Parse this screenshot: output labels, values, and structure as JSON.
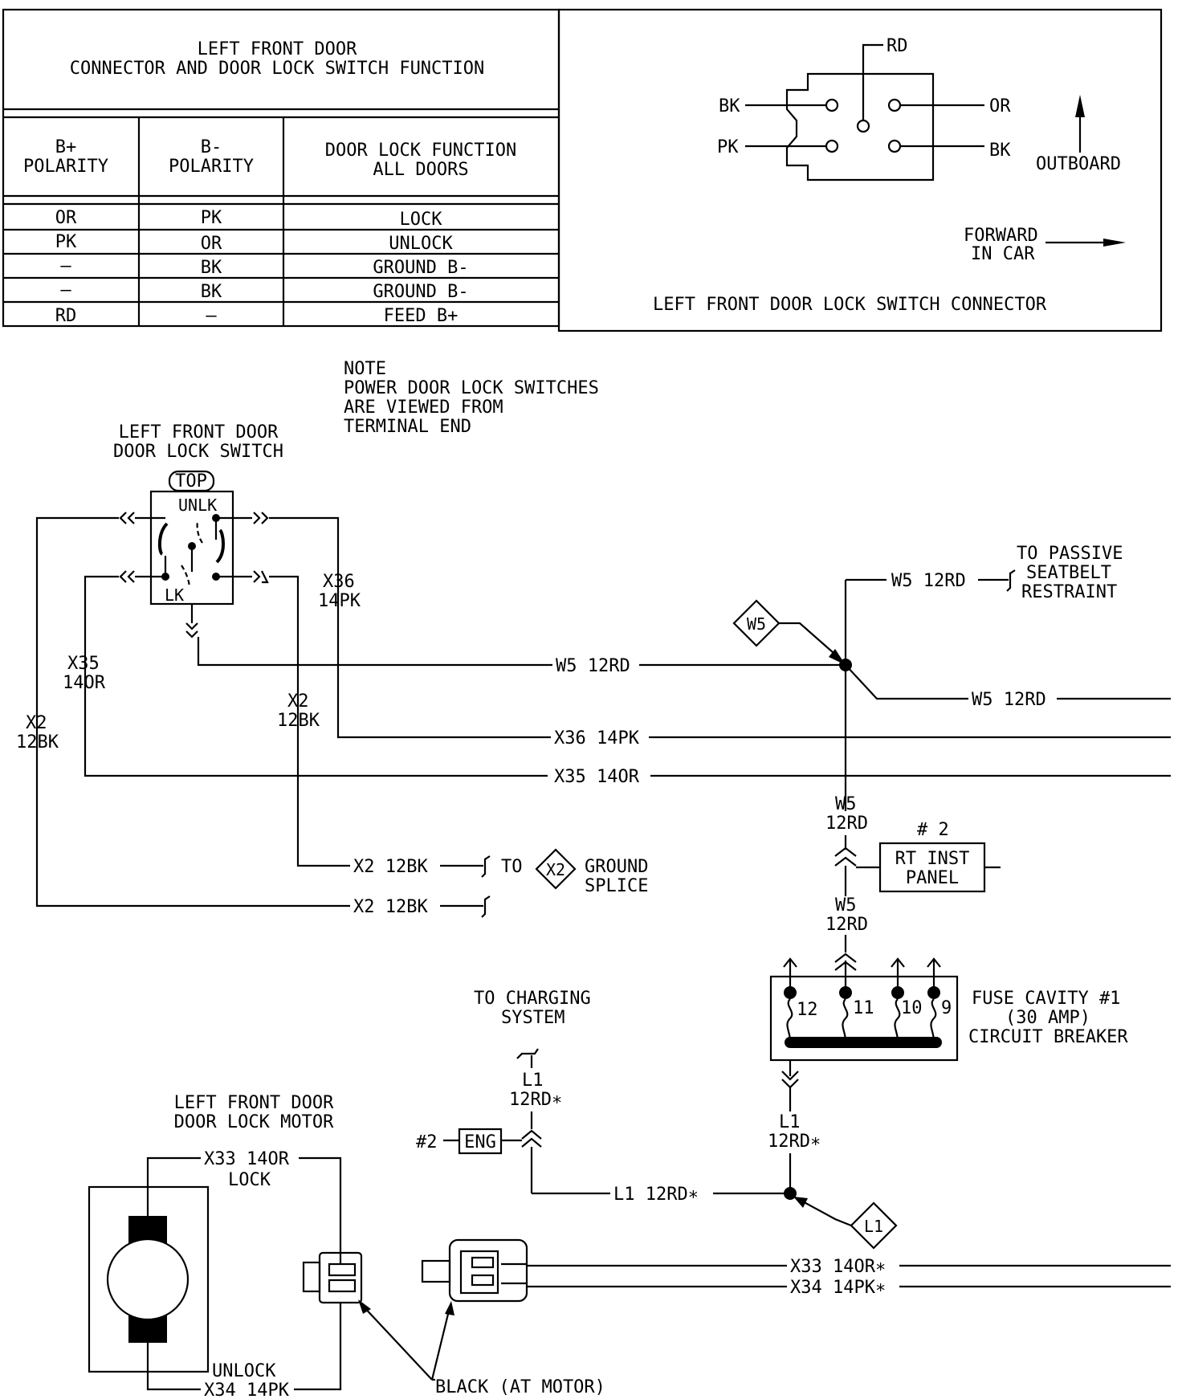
{
  "table": {
    "title_line1": "LEFT FRONT DOOR",
    "title_line2": "CONNECTOR AND DOOR LOCK SWITCH FUNCTION",
    "headers": {
      "bplus": [
        "B+",
        "POLARITY"
      ],
      "bminus": [
        "B-",
        "POLARITY"
      ],
      "function": [
        "DOOR LOCK FUNCTION",
        "ALL DOORS"
      ]
    },
    "rows": [
      {
        "bplus": "OR",
        "bminus": "PK",
        "function": "LOCK"
      },
      {
        "bplus": "PK",
        "bminus": "OR",
        "function": "UNLOCK"
      },
      {
        "bplus": "—",
        "bminus": "BK",
        "function": "GROUND B-"
      },
      {
        "bplus": "—",
        "bminus": "BK",
        "function": "GROUND B-"
      },
      {
        "bplus": "RD",
        "bminus": "—",
        "function": "FEED B+"
      }
    ]
  },
  "connector_view": {
    "pins": {
      "rd": "RD",
      "bk_top": "BK",
      "pk": "PK",
      "or": "OR",
      "bk_right": "BK"
    },
    "outboard": "OUTBOARD",
    "forward_line1": "FORWARD",
    "forward_line2": "IN CAR",
    "caption": "LEFT FRONT DOOR LOCK SWITCH CONNECTOR"
  },
  "note": [
    "NOTE",
    "POWER DOOR LOCK SWITCHES",
    "ARE VIEWED FROM",
    "TERMINAL END"
  ],
  "switch": {
    "title_line1": "LEFT FRONT DOOR",
    "title_line2": "DOOR LOCK SWITCH",
    "top": "TOP",
    "unlk": "UNLK",
    "lk": "LK"
  },
  "wires": {
    "x36_a": "X36",
    "x36_b": "14PK",
    "x35_a": "X35",
    "x35_b": "14OR",
    "x2_left_a": "X2",
    "x2_left_b": "12BK",
    "x2_mid_a": "X2",
    "x2_mid_b": "12BK",
    "w5_main": "W5 12RD",
    "x36_main": "X36 14PK",
    "x35_main": "X35 14OR",
    "x2_ground1": "X2 12BK",
    "x2_ground2": "X2 12BK",
    "w5_top": "W5 12RD",
    "w5_right": "W5 12RD",
    "w5_v1_a": "W5",
    "w5_v1_b": "12RD",
    "w5_v2_a": "W5",
    "w5_v2_b": "12RD",
    "l1_v_a": "L1",
    "l1_v_b": "12RD∗",
    "l1_charge_a": "L1",
    "l1_charge_b": "12RD∗",
    "l1_h": "L1 12RD∗",
    "x33_right": "X33 14OR∗",
    "x34_right": "X34 14PK∗",
    "x33_motor": "X33 14OR",
    "x34_motor": "X34 14PK"
  },
  "passive": [
    "TO PASSIVE",
    "SEATBELT",
    "RESTRAINT"
  ],
  "splice_w5": "W5",
  "splice_x2": "X2",
  "splice_l1": "L1",
  "ground_to": "TO",
  "ground_label": [
    "GROUND",
    "SPLICE"
  ],
  "rt_inst": {
    "num": "# 2",
    "line1": "RT INST",
    "line2": "PANEL"
  },
  "fuse": {
    "pins": [
      "12",
      "11",
      "10",
      "9"
    ],
    "line1": "FUSE CAVITY #1",
    "line2": "(30 AMP)",
    "line3": "CIRCUIT BREAKER"
  },
  "charging": [
    "TO CHARGING",
    "SYSTEM"
  ],
  "eng": {
    "num": "#2",
    "label": "ENG"
  },
  "motor": {
    "title_line1": "LEFT FRONT DOOR",
    "title_line2": "DOOR LOCK MOTOR",
    "lock": "LOCK",
    "unlock": "UNLOCK",
    "black": "BLACK (AT MOTOR)"
  }
}
